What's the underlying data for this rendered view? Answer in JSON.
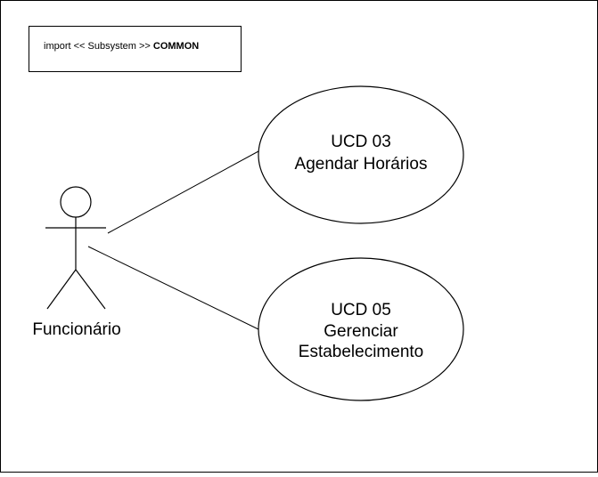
{
  "note": {
    "prefix": "import << Subsystem >> ",
    "bold": "COMMON"
  },
  "actor": {
    "label": "Funcionário"
  },
  "use_cases": [
    {
      "lines": [
        "UCD 03",
        "Agendar Horários"
      ]
    },
    {
      "lines": [
        "UCD 05",
        "Gerenciar",
        "Estabelecimento"
      ]
    }
  ],
  "colors": {
    "stroke": "#000000",
    "background": "#ffffff"
  }
}
